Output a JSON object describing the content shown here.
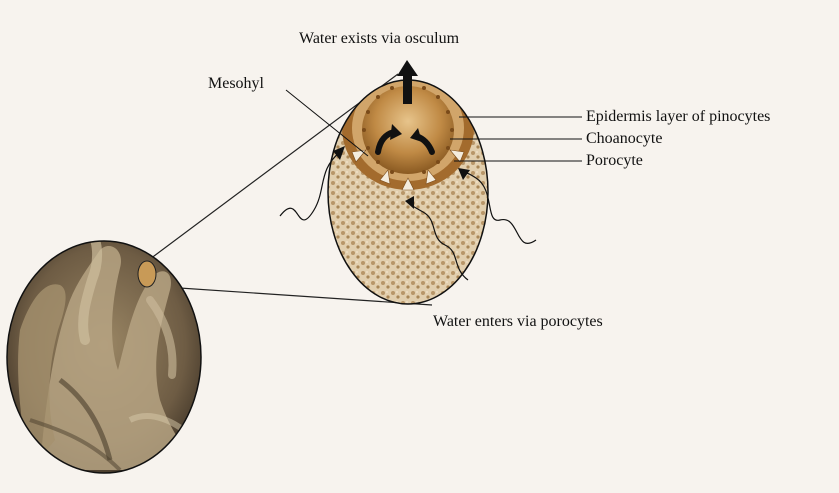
{
  "figure": {
    "labels": {
      "osculum": "Water exists via osculum",
      "mesohyl": "Mesohyl",
      "epidermis": "Epidermis layer of pinocytes",
      "choanocyte": "Choanocyte",
      "porocyte": "Porocyte",
      "enters": "Water enters via porocytes"
    },
    "colors": {
      "background": "#f7f3ee",
      "sponge_tan": "#c89a57",
      "sponge_dark": "#8a5a22",
      "photo_sepia": "#6e5c44",
      "porous_fill": "#dcc6a4",
      "arrow": "#111111"
    },
    "icons": {
      "flow_arrow": "black-curved-arrow",
      "outflow_arrow": "black-up-arrow"
    }
  }
}
